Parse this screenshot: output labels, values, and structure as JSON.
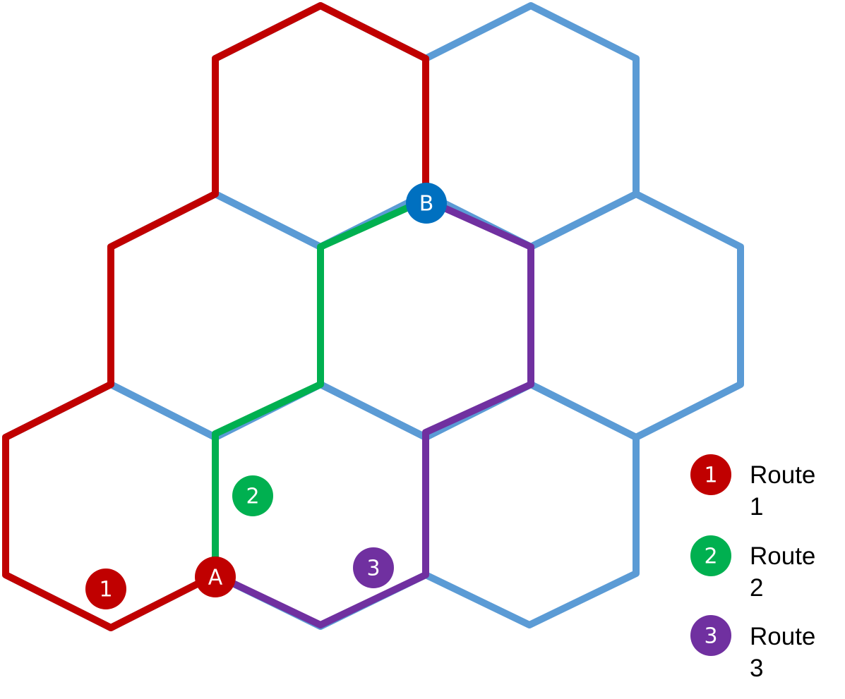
{
  "colors": {
    "grid": "#5b9bd5",
    "route_1": "#c00000",
    "route_2": "#00b050",
    "route_3": "#7030a0",
    "point_a": "#c00000",
    "point_b": "#0070c0",
    "marker_text": "#ffffff"
  },
  "points": {
    "a": {
      "label": "A"
    },
    "b": {
      "label": "B"
    }
  },
  "route_markers": {
    "route_1": "1",
    "route_2": "2",
    "route_3": "3"
  },
  "legend": [
    {
      "badge": "1",
      "line1": "Route",
      "line2": "1"
    },
    {
      "badge": "2",
      "line1": "Route",
      "line2": "2"
    },
    {
      "badge": "3",
      "line1": "Route",
      "line2": "3"
    }
  ]
}
